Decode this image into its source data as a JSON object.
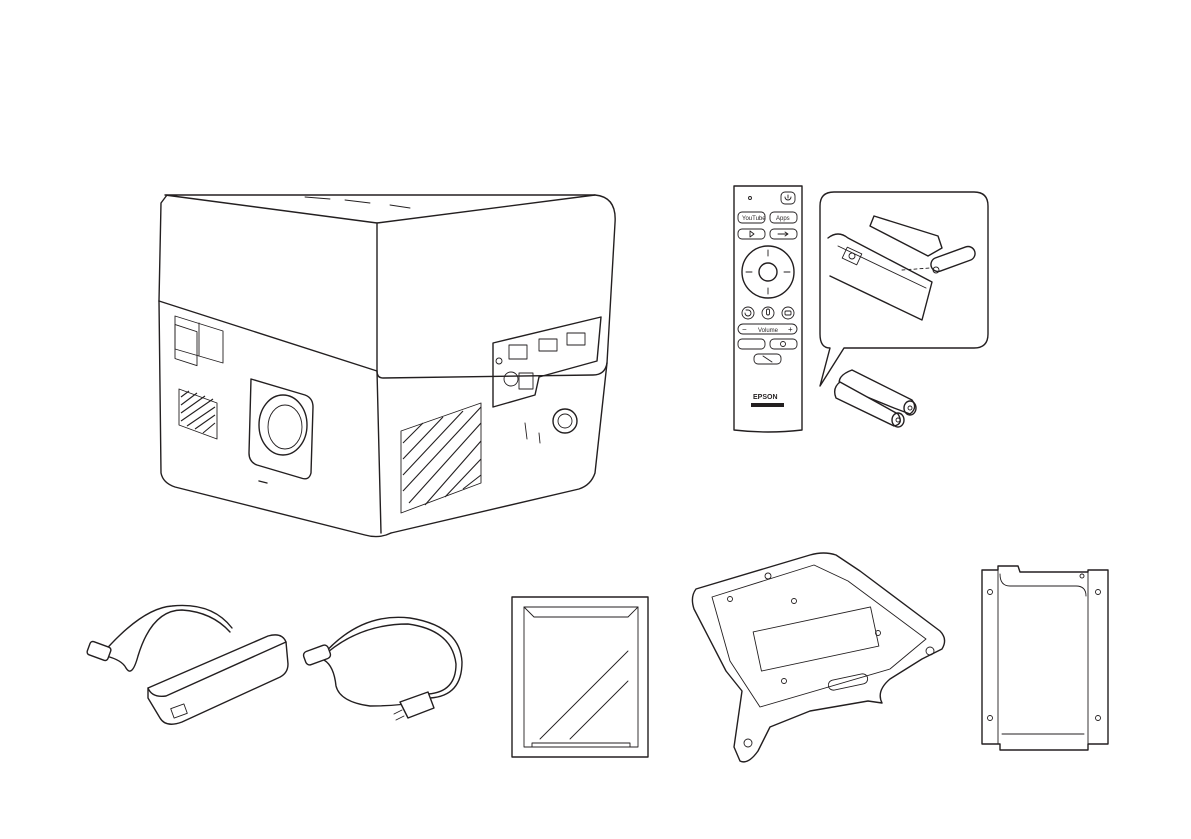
{
  "remote": {
    "youtube_label": "YouTube",
    "apps_label": "Apps",
    "volume_label": "Volume",
    "volume_minus": "−",
    "volume_plus": "+",
    "brand": "EPSON"
  },
  "icons": {
    "power": "power-icon",
    "bluetooth": "bluetooth-icon",
    "input": "input-source-icon",
    "back": "back-icon",
    "mic": "microphone-icon",
    "home": "home-icon",
    "settings": "settings-icon",
    "blank": "screen-off-icon"
  }
}
